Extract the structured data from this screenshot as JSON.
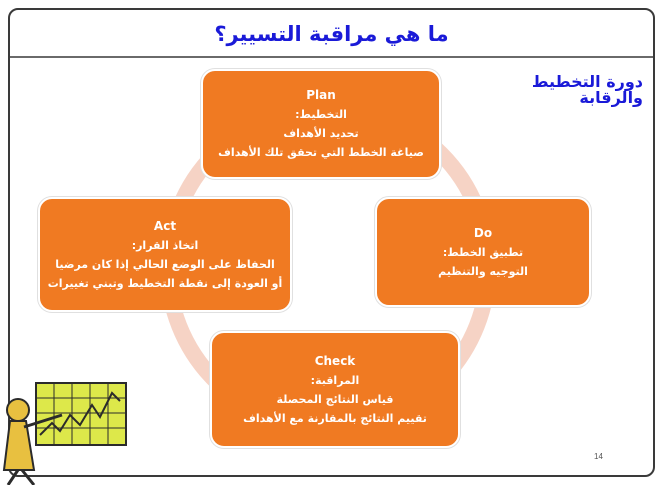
{
  "title": "ما هي مراقبة التسيير؟",
  "side_label": "دورة التخطيط والرقابة",
  "colors": {
    "box_fill": "#f07a22",
    "title_color": "#1a1ad8",
    "arrow_color": "#f6d3c5"
  },
  "cycle": {
    "plan": {
      "head": "Plan",
      "lines": [
        "التخطيط:",
        "تحديد الأهداف",
        "صياغة الخطط التي تحقق تلك الأهداف"
      ]
    },
    "do": {
      "head": "Do",
      "lines": [
        "تطبيق الخطط:",
        "التوجيه والتنظيم"
      ]
    },
    "check": {
      "head": "Check",
      "lines": [
        "المراقبة:",
        "قياس النتائج المحصلة",
        "تقييم النتائج بالمقارنة مع الأهداف"
      ]
    },
    "act": {
      "head": "Act",
      "lines": [
        "اتخاذ القرار:",
        "الحفاظ على الوضع الحالي إذا كان مرضيا",
        "أو العودة إلى نقطة التخطيط وتبني تغييرات"
      ]
    }
  },
  "page_number": "14",
  "clipart": "man-with-chart-clipart"
}
